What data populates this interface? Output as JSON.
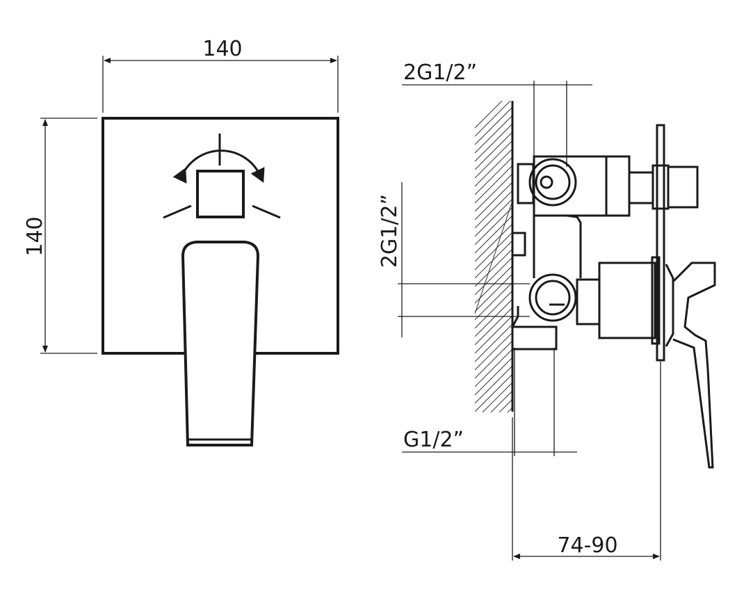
{
  "front_view": {
    "width_label": "140",
    "height_label": "140"
  },
  "side_view": {
    "outlet_thread_top": "2G1/2”",
    "inlet_thread_side": "2G1/2”",
    "bottom_thread": "G1/2”",
    "depth_range": "74-90"
  },
  "colors": {
    "line": "#1a1a1a",
    "background": "#ffffff"
  }
}
